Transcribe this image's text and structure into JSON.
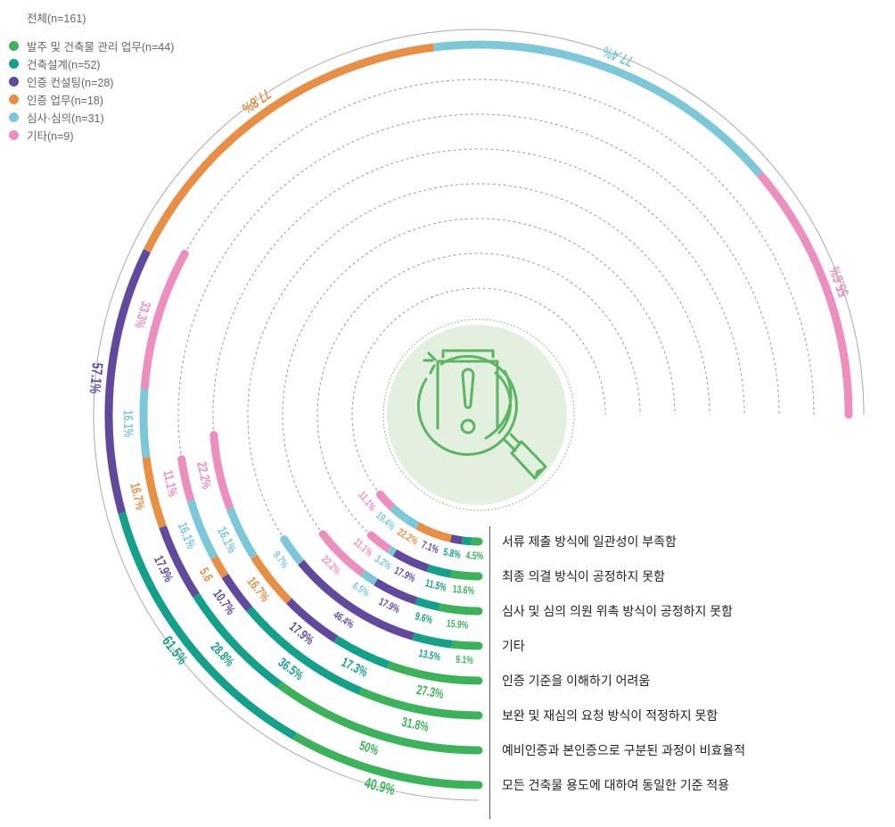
{
  "chart_data": {
    "type": "radial-stacked-bar",
    "legend_title": "전체(n=161)",
    "legend_placement": "top-left",
    "series": [
      {
        "name": "발주 및 건축물 관리 업무(n=44)",
        "color": "#3cb25a",
        "values": [
          4.5,
          13.6,
          15.9,
          9.1,
          27.3,
          31.8,
          50,
          40.9
        ]
      },
      {
        "name": "건축설계(n=52)",
        "color": "#14a08a",
        "values": [
          5.8,
          11.5,
          9.6,
          13.5,
          17.3,
          36.5,
          28.8,
          61.5
        ]
      },
      {
        "name": "인증 컨설팅(n=28)",
        "color": "#614a9e",
        "values": [
          7.1,
          17.9,
          17.9,
          46.4,
          17.9,
          10.7,
          17.9,
          57.1
        ]
      },
      {
        "name": "인증 업무(n=18)",
        "color": "#e88f45",
        "values": [
          22.2,
          0,
          0,
          0,
          16.7,
          5.6,
          16.7,
          77.8
        ]
      },
      {
        "name": "심사·심의(n=31)",
        "color": "#7cc8d8",
        "values": [
          19.4,
          3.2,
          6.5,
          9.7,
          16.1,
          16.1,
          16.1,
          77.4
        ]
      },
      {
        "name": "기타(n=9)",
        "color": "#ec8fbf",
        "values": [
          11.1,
          11.1,
          22.2,
          0,
          22.2,
          11.1,
          33.3,
          55.6
        ]
      }
    ],
    "value_labels": [
      [
        "4.5%",
        "5.8%",
        "7.1%",
        "22.2%",
        "19.4%",
        "11.1%"
      ],
      [
        "13.6%",
        "11.5%",
        "17.9%",
        "",
        "3.2%",
        "11.1%"
      ],
      [
        "15.9%",
        "9.6%",
        "17.9%",
        "",
        "6.5%",
        "22.2%"
      ],
      [
        "9.1%",
        "13.5%",
        "46.4%",
        "",
        "9.7%",
        ""
      ],
      [
        "27.3%",
        "17.3%",
        "17.9%",
        "16.7%",
        "16.1%",
        "22.2%"
      ],
      [
        "31.8%",
        "36.5%",
        "10.7%",
        "5.6",
        "16.1%",
        "11.1%"
      ],
      [
        "50%",
        "28.8%",
        "17.9%",
        "16.7%",
        "16.1%",
        "33.3%"
      ],
      [
        "40.9%",
        "61.5%",
        "57.1%",
        "77.8%",
        "77.4%",
        "55.6%"
      ]
    ],
    "categories": [
      "서류 제출 방식에 일관성이 부족함",
      "최종 의결 방식이 공정하지 못함",
      "심사 및 심의 의원 위촉 방식이 공정하지 못함",
      "기타",
      "인증 기준을 이해하기 어려움",
      "보완 및 재심의 요청 방식이 적정하지 못함",
      "예비인증과 본인증으로 구분된 과정이 비효율적",
      "모든 건축물 용도에 대하여 동일한 기준 적용"
    ],
    "center_icon": "magnifier-document-warning-icon",
    "center_fill": "#e3f0df",
    "icon_color": "#5cb563"
  }
}
